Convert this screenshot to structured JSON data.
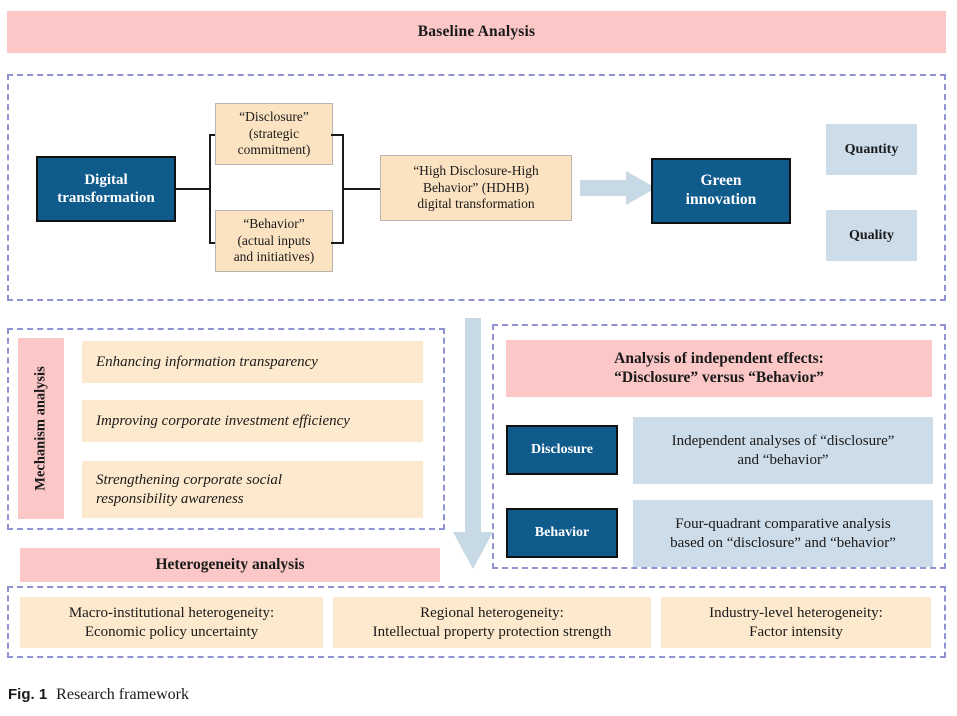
{
  "figure": {
    "caption_label": "Fig. 1",
    "caption_text": "Research framework"
  },
  "colors": {
    "pink": "#fbc7c7",
    "cream": "#fbe3c2",
    "cream_light": "#fdeace",
    "dark_blue": "#0f5b8c",
    "light_blue": "#ccdce9",
    "dashed_border": "#8f93d4",
    "arrow": "#c6d9e4"
  },
  "title": {
    "label": "Baseline Analysis"
  },
  "baseline_panel": {
    "source_box": "Digital transformation",
    "branch_boxes": [
      "“Disclosure” (strategic commitment)",
      "“Behavior” (actual inputs and initiatives)"
    ],
    "branch_box_lines": [
      [
        "“Disclosure”",
        "(strategic",
        "commitment)"
      ],
      [
        "“Behavior”",
        "(actual inputs",
        "and initiatives)"
      ]
    ],
    "merge_box_lines": [
      "“High Disclosure-High",
      "Behavior” (HDHB)",
      "digital transformation"
    ],
    "outcome_box_lines": [
      "Green",
      "innovation"
    ],
    "outcome_dimensions": [
      "Quantity",
      "Quality"
    ],
    "arrow_icon": "arrow-right-icon"
  },
  "mechanism_panel": {
    "side_label": "Mechanism analysis",
    "items": [
      "Enhancing information transparency",
      "Improving corporate investment efficiency",
      "Strengthening corporate social responsibility awareness"
    ],
    "item_lines": [
      [
        "Enhancing information transparency"
      ],
      [
        "Improving corporate investment efficiency"
      ],
      [
        "Strengthening corporate social",
        "responsibility awareness"
      ]
    ]
  },
  "independent_effects_panel": {
    "header_lines": [
      "Analysis of independent effects:",
      "“Disclosure” versus “Behavior”"
    ],
    "rows": [
      {
        "tag": "Disclosure",
        "description_lines": [
          "Independent analyses of “disclosure”",
          "and “behavior”"
        ]
      },
      {
        "tag": "Behavior",
        "description_lines": [
          "Four-quadrant comparative analysis",
          "based on “disclosure” and “behavior”"
        ]
      }
    ]
  },
  "heterogeneity_panel": {
    "banner": "Heterogeneity analysis",
    "items": [
      {
        "title": "Macro-institutional heterogeneity:",
        "subtitle": "Economic policy uncertainty"
      },
      {
        "title": "Regional heterogeneity:",
        "subtitle": "Intellectual property protection strength"
      },
      {
        "title": "Industry-level heterogeneity:",
        "subtitle": "Factor intensity"
      }
    ]
  },
  "flow": {
    "down_arrow_icon": "arrow-down-icon"
  }
}
